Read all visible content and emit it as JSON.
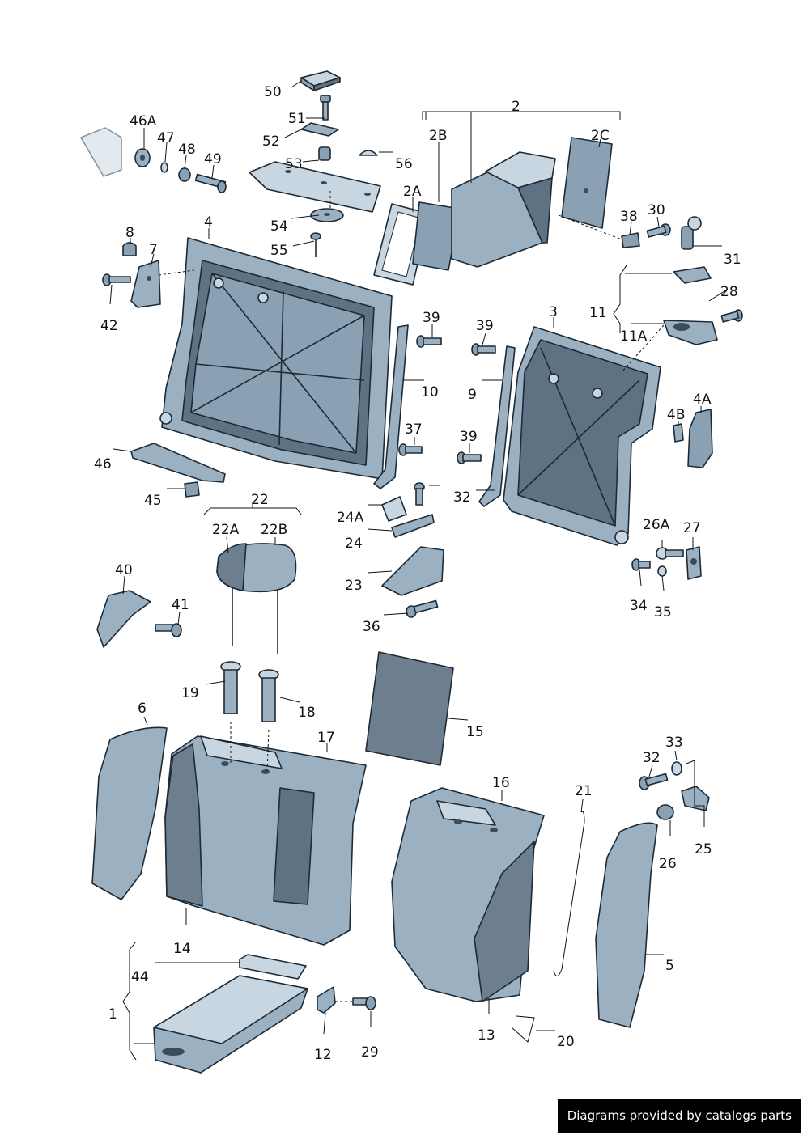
{
  "credit": "Diagrams provided by catalogs parts",
  "labels": {
    "l1": "1",
    "l2": "2",
    "l2A": "2A",
    "l2B": "2B",
    "l2C": "2C",
    "l3": "3",
    "l4": "4",
    "l4A": "4A",
    "l4B": "4B",
    "l5": "5",
    "l6": "6",
    "l7": "7",
    "l8": "8",
    "l9": "9",
    "l10": "10",
    "l11": "11",
    "l11A": "11A",
    "l12": "12",
    "l13": "13",
    "l14": "14",
    "l15": "15",
    "l16": "16",
    "l17": "17",
    "l18": "18",
    "l19": "19",
    "l20": "20",
    "l21": "21",
    "l22": "22",
    "l22A": "22A",
    "l22B": "22B",
    "l23": "23",
    "l24": "24",
    "l24A": "24A",
    "l25": "25",
    "l26": "26",
    "l26A": "26A",
    "l27": "27",
    "l28": "28",
    "l29": "29",
    "l30": "30",
    "l31": "31",
    "l32a": "32",
    "l32b": "32",
    "l33": "33",
    "l34": "34",
    "l35": "35",
    "l36": "36",
    "l37": "37",
    "l39a": "39",
    "l39b": "39",
    "l39c": "39",
    "l38": "38",
    "l40": "40",
    "l41": "41",
    "l42": "42",
    "l44": "44",
    "l45": "45",
    "l46": "46",
    "l46A": "46A",
    "l47": "47",
    "l48": "48",
    "l49": "49",
    "l50": "50",
    "l51": "51",
    "l52": "52",
    "l53": "53",
    "l54": "54",
    "l55": "55",
    "l56": "56"
  }
}
